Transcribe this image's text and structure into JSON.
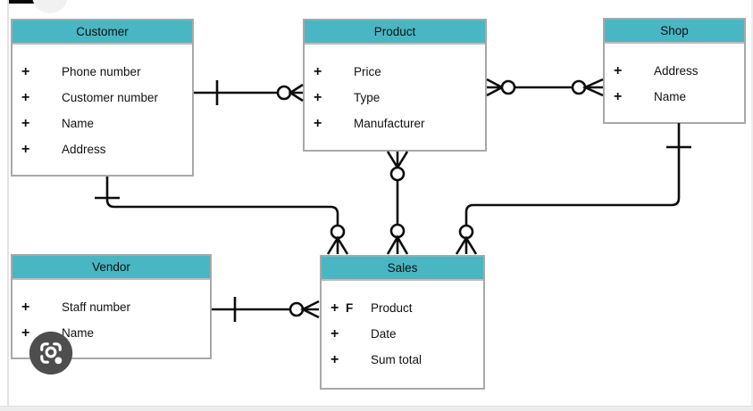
{
  "colors": {
    "entity_header_fill": "#48b7c3",
    "box_border": "#a8a8a8",
    "line_color": "#0d0d0d",
    "lens_button_fill": "#4e4e4e"
  },
  "symbols": {
    "attribute_marker": "+"
  },
  "entities": [
    {
      "name": "Customer",
      "fields": [
        {
          "key": "",
          "name": "Phone number"
        },
        {
          "key": "",
          "name": "Customer number"
        },
        {
          "key": "",
          "name": "Name"
        },
        {
          "key": "",
          "name": "Address"
        }
      ]
    },
    {
      "name": "Product",
      "fields": [
        {
          "key": "",
          "name": "Price"
        },
        {
          "key": "",
          "name": "Type"
        },
        {
          "key": "",
          "name": "Manufacturer"
        }
      ]
    },
    {
      "name": "Shop",
      "fields": [
        {
          "key": "",
          "name": "Address"
        },
        {
          "key": "",
          "name": "Name"
        }
      ]
    },
    {
      "name": "Vendor",
      "fields": [
        {
          "key": "",
          "name": "Staff number"
        },
        {
          "key": "",
          "name": "Name"
        }
      ]
    },
    {
      "name": "Sales",
      "fields": [
        {
          "key": "F",
          "name": "Product"
        },
        {
          "key": "",
          "name": "Date"
        },
        {
          "key": "",
          "name": "Sum total"
        }
      ]
    }
  ],
  "relationships": [
    {
      "from": "Customer",
      "to": "Product",
      "from_cardinality": "one",
      "to_cardinality": "zero-or-many"
    },
    {
      "from": "Product",
      "to": "Shop",
      "from_cardinality": "zero-or-many",
      "to_cardinality": "zero-or-many"
    },
    {
      "from": "Product",
      "to": "Sales",
      "from_cardinality": "zero-or-many",
      "to_cardinality": "zero-or-many"
    },
    {
      "from": "Customer",
      "to": "Sales",
      "from_cardinality": "one",
      "to_cardinality": "zero-or-many"
    },
    {
      "from": "Shop",
      "to": "Sales",
      "from_cardinality": "one",
      "to_cardinality": "zero-or-many"
    },
    {
      "from": "Vendor",
      "to": "Sales",
      "from_cardinality": "one",
      "to_cardinality": "zero-or-many"
    }
  ]
}
